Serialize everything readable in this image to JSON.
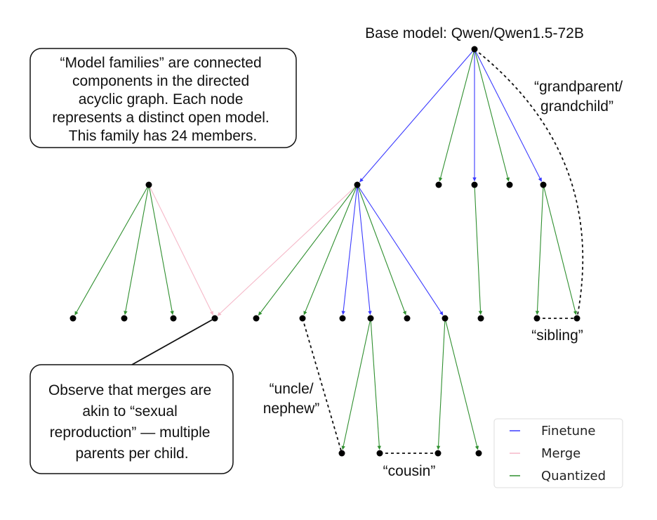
{
  "title": "Base model: Qwen/Qwen1.5-72B",
  "info_box": {
    "lines": [
      "“Model families” are connected",
      "components in the directed",
      "acyclic graph. Each node",
      "represents a distinct open model.",
      "This family has 24 members."
    ]
  },
  "merge_box": {
    "lines": [
      "Observe that merges are",
      "akin to “sexual",
      "reproduction” — multiple",
      "parents per child."
    ]
  },
  "annotations": {
    "grandparent": [
      "“grandparent/",
      "grandchild”"
    ],
    "sibling": "“sibling”",
    "uncle": [
      "“uncle/",
      "nephew”"
    ],
    "cousin": "“cousin”"
  },
  "legend": {
    "items": [
      {
        "label": "Finetune",
        "color": "#3333ff"
      },
      {
        "label": "Merge",
        "color": "#f7b6c6"
      },
      {
        "label": "Quantized",
        "color": "#2e8b2e"
      }
    ]
  },
  "colors": {
    "finetune": "#3a3aff",
    "merge": "#f5b8c8",
    "quantized": "#2f8f2f",
    "node": "#000000"
  },
  "graph": {
    "member_count": 24,
    "nodes": [
      {
        "id": "root",
        "label": "Qwen/Qwen1.5-72B"
      },
      {
        "id": "a"
      },
      {
        "id": "b"
      },
      {
        "id": "c"
      },
      {
        "id": "d"
      },
      {
        "id": "e"
      },
      {
        "id": "m"
      },
      {
        "id": "l1"
      },
      {
        "id": "l2"
      },
      {
        "id": "l3"
      },
      {
        "id": "mg"
      },
      {
        "id": "a1"
      },
      {
        "id": "a2"
      },
      {
        "id": "a3"
      },
      {
        "id": "a4"
      },
      {
        "id": "a5"
      },
      {
        "id": "a6"
      },
      {
        "id": "c1"
      },
      {
        "id": "e1"
      },
      {
        "id": "e2"
      },
      {
        "id": "q1"
      },
      {
        "id": "q2"
      },
      {
        "id": "q3"
      },
      {
        "id": "q4"
      }
    ],
    "edges": [
      {
        "from": "root",
        "to": "a",
        "type": "finetune"
      },
      {
        "from": "root",
        "to": "b",
        "type": "quantized"
      },
      {
        "from": "root",
        "to": "c",
        "type": "finetune"
      },
      {
        "from": "root",
        "to": "d",
        "type": "quantized"
      },
      {
        "from": "root",
        "to": "e",
        "type": "finetune"
      },
      {
        "from": "m",
        "to": "l1",
        "type": "quantized"
      },
      {
        "from": "m",
        "to": "l2",
        "type": "quantized"
      },
      {
        "from": "m",
        "to": "l3",
        "type": "quantized"
      },
      {
        "from": "m",
        "to": "mg",
        "type": "merge"
      },
      {
        "from": "a",
        "to": "mg",
        "type": "merge"
      },
      {
        "from": "a",
        "to": "a1",
        "type": "quantized"
      },
      {
        "from": "a",
        "to": "a2",
        "type": "quantized"
      },
      {
        "from": "a",
        "to": "a3",
        "type": "finetune"
      },
      {
        "from": "a",
        "to": "a4",
        "type": "finetune"
      },
      {
        "from": "a",
        "to": "a5",
        "type": "quantized"
      },
      {
        "from": "a",
        "to": "a6",
        "type": "finetune"
      },
      {
        "from": "c",
        "to": "c1",
        "type": "quantized"
      },
      {
        "from": "e",
        "to": "e1",
        "type": "quantized"
      },
      {
        "from": "e",
        "to": "e2",
        "type": "quantized"
      },
      {
        "from": "a4",
        "to": "q1",
        "type": "quantized"
      },
      {
        "from": "a4",
        "to": "q2",
        "type": "quantized"
      },
      {
        "from": "a6",
        "to": "q3",
        "type": "quantized"
      },
      {
        "from": "a6",
        "to": "q4",
        "type": "quantized"
      }
    ],
    "relations": [
      {
        "from": "root",
        "to": "e2",
        "label": "grandparent"
      },
      {
        "from": "e1",
        "to": "e2",
        "label": "sibling"
      },
      {
        "from": "a2",
        "to": "q1",
        "label": "uncle"
      },
      {
        "from": "q2",
        "to": "q3",
        "label": "cousin"
      }
    ]
  }
}
